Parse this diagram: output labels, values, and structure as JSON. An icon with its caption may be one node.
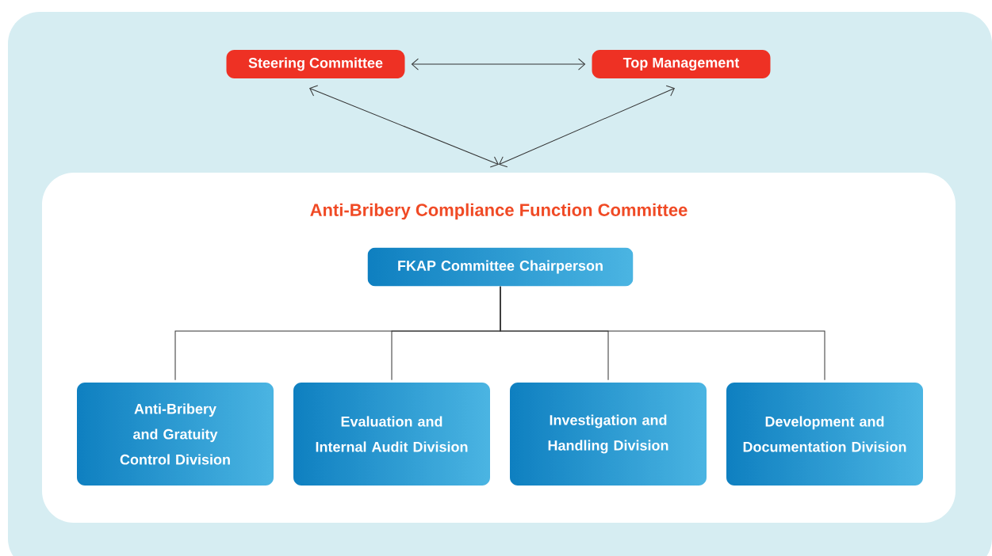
{
  "diagram": {
    "nodes": [
      {
        "text": [
          "Steering Committee"
        ]
      },
      {
        "text": [
          "Top Management"
        ]
      },
      {
        "text": [
          "Anti-Bribery Compliance Function Committee"
        ]
      },
      {
        "text": [
          "FKAP Committee Chairperson"
        ],
        "in": 2
      },
      {
        "text": [
          "Anti-Bribery and Gratuity Control Division"
        ],
        "in": 2
      },
      {
        "text": [
          "Evaluation and Internal Audit Division"
        ],
        "in": 2
      },
      {
        "text": [
          "Investigation and Handling Division"
        ],
        "in": 2
      },
      {
        "text": [
          "Development and Documentation Division"
        ],
        "in": 2
      }
    ],
    "edges": [
      {
        "from": 0,
        "to": 1,
        "arrow": "both"
      },
      {
        "from": 0,
        "to": 2,
        "arrow": "both"
      },
      {
        "from": 1,
        "to": 2,
        "arrow": "both"
      },
      {
        "from": 3,
        "to": 4,
        "arrow": "none"
      },
      {
        "from": 3,
        "to": 5,
        "arrow": "none"
      },
      {
        "from": 3,
        "to": 6,
        "arrow": "none"
      },
      {
        "from": 3,
        "to": 7,
        "arrow": "none"
      }
    ]
  }
}
